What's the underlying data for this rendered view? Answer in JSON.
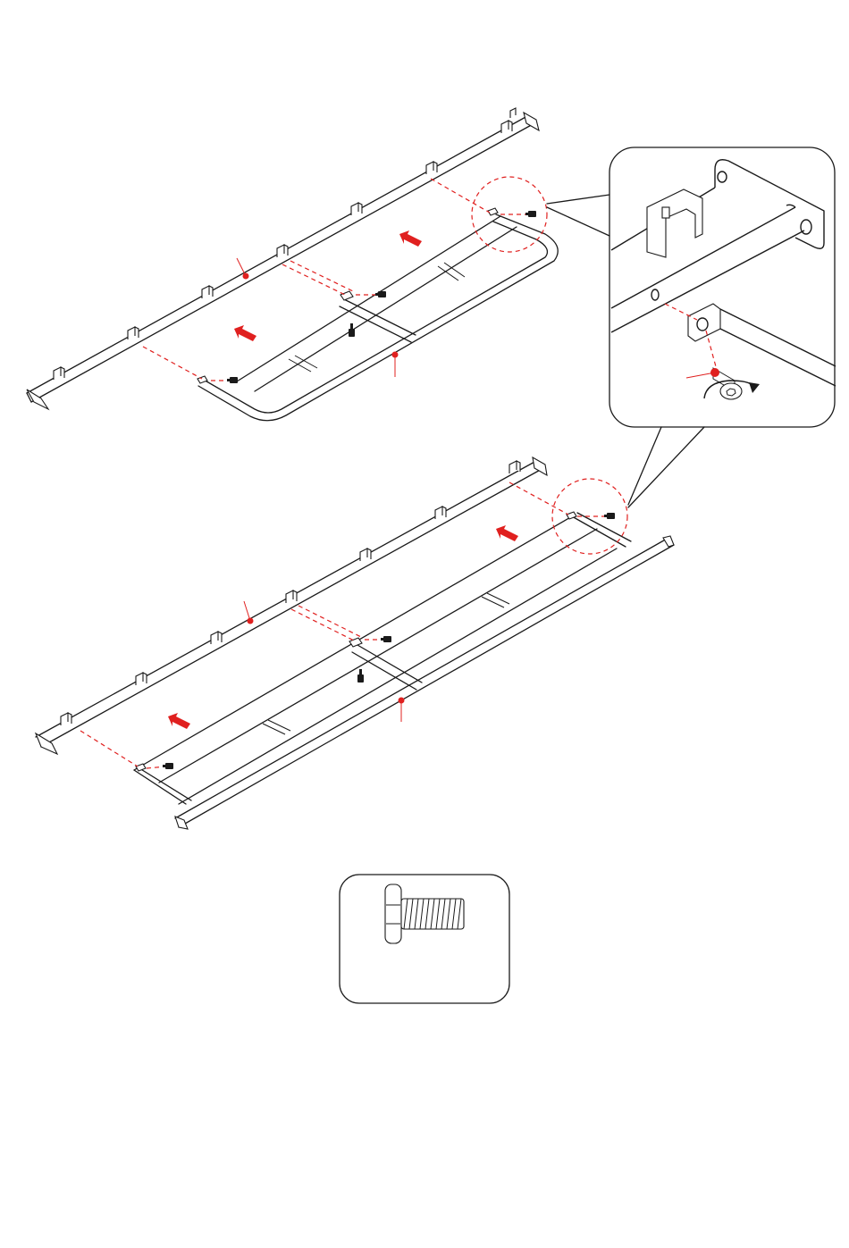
{
  "colors": {
    "line": "#1a1a1a",
    "accent": "#e0201f",
    "background": "#ffffff"
  },
  "steps": [
    {
      "name": "step-top",
      "arrows": 2,
      "bolts": 4,
      "detail_callout": true
    },
    {
      "name": "step-bottom",
      "arrows": 2,
      "bolts": 4,
      "detail_callout": true
    }
  ],
  "hardware": {
    "icon": "bolt-icon"
  }
}
